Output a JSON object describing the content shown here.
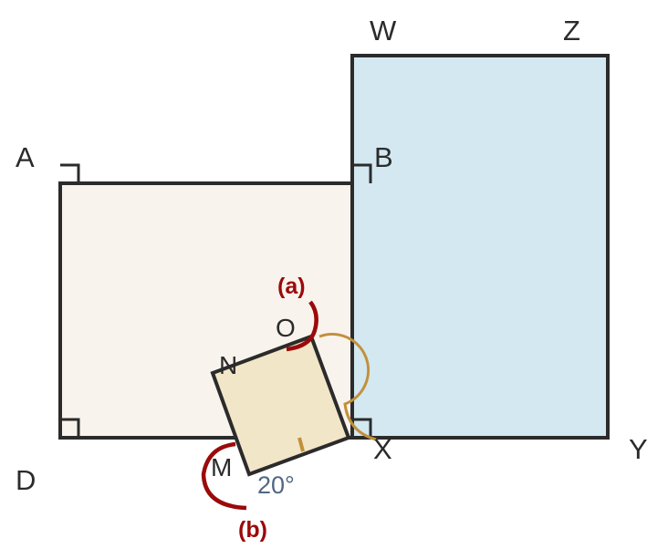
{
  "colors": {
    "rect_abcd_fill": "#f9f3ed",
    "rect_wzyx_fill": "#d3e8f0",
    "square_mnox_fill": "#f1e6c8",
    "outline": "#2b2b2b",
    "arc_red": "#9b0a0a",
    "arc_gold": "#c2903c",
    "angle_label": "#4f6785"
  },
  "points": {
    "A": "A",
    "B": "B",
    "D": "D",
    "W": "W",
    "Z": "Z",
    "Y": "Y",
    "X": "X",
    "N": "N",
    "O": "O",
    "M": "M"
  },
  "annotations": {
    "arc_a": "(a)",
    "arc_b": "(b)",
    "angle": "20°"
  }
}
